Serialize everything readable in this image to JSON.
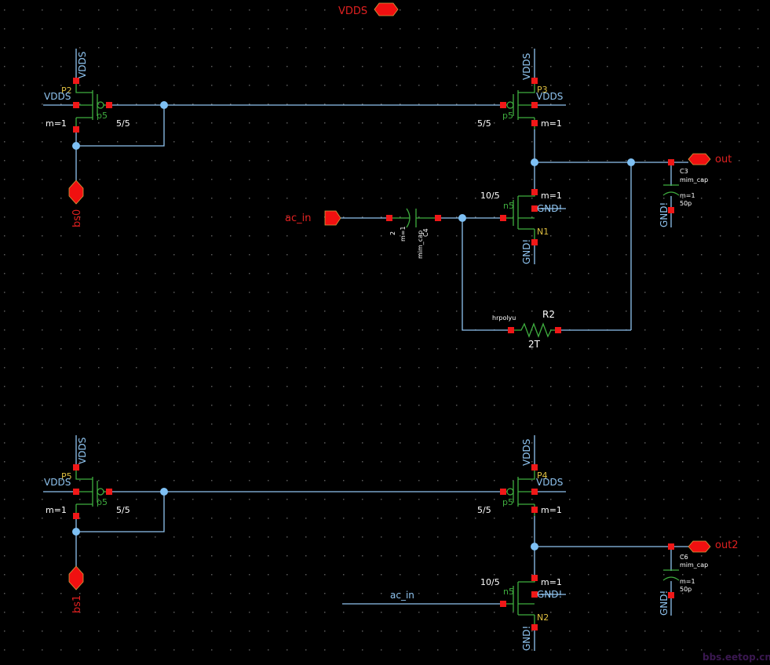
{
  "schematic": {
    "top_pin": {
      "label": "VDDS",
      "direction": "inout"
    },
    "watermark": "bbs.eetop.cn",
    "colors": {
      "background": "#000000",
      "wire": "#8fc4f0",
      "device": "#3fae3f",
      "pin_marker": "#f01818",
      "pin_label": "#e02020",
      "instance_name": "#e0c040",
      "param_text": "#ffffff"
    },
    "devices": [
      {
        "id": "P2",
        "type": "pmos",
        "model": "p5",
        "size": "5/5",
        "mult": "m=1",
        "bulk": "VDDS",
        "source": "VDDS"
      },
      {
        "id": "P3",
        "type": "pmos",
        "model": "p5",
        "size": "5/5",
        "mult": "m=1",
        "bulk": "VDDS",
        "source": "VDDS"
      },
      {
        "id": "N1",
        "type": "nmos",
        "model": "n5",
        "size": "10/5",
        "mult": "m=1",
        "bulk": "GND!",
        "source": "GND!"
      },
      {
        "id": "C4",
        "type": "cap",
        "model": "mim_cap",
        "mult": "m=1",
        "value": "2"
      },
      {
        "id": "R2",
        "type": "res",
        "model": "hrpolyu",
        "value": "2T"
      },
      {
        "id": "C3",
        "type": "cap",
        "model": "mim_cap",
        "mult": "m=1",
        "value": "50p",
        "gnd": "GND!"
      },
      {
        "id": "P5",
        "type": "pmos",
        "model": "p5",
        "size": "5/5",
        "mult": "m=1",
        "bulk": "VDDS",
        "source": "VDDS"
      },
      {
        "id": "P4",
        "type": "pmos",
        "model": "p5",
        "size": "5/5",
        "mult": "m=1",
        "bulk": "VDDS",
        "source": "VDDS"
      },
      {
        "id": "N2",
        "type": "nmos",
        "model": "n5",
        "size": "10/5",
        "mult": "m=1",
        "bulk": "GND!",
        "source": "GND!"
      },
      {
        "id": "C6",
        "type": "cap",
        "model": "mim_cap",
        "mult": "m=1",
        "value": "50p",
        "gnd": "GND!"
      }
    ],
    "pins": [
      {
        "label": "bs0",
        "direction": "input"
      },
      {
        "label": "ac_in",
        "direction": "input"
      },
      {
        "label": "out",
        "direction": "output"
      },
      {
        "label": "bs1",
        "direction": "input"
      },
      {
        "label": "out2",
        "direction": "output"
      }
    ],
    "net_labels": {
      "vdds": "VDDS",
      "gnd": "GND!",
      "ac_in_wire": "ac_in"
    }
  }
}
